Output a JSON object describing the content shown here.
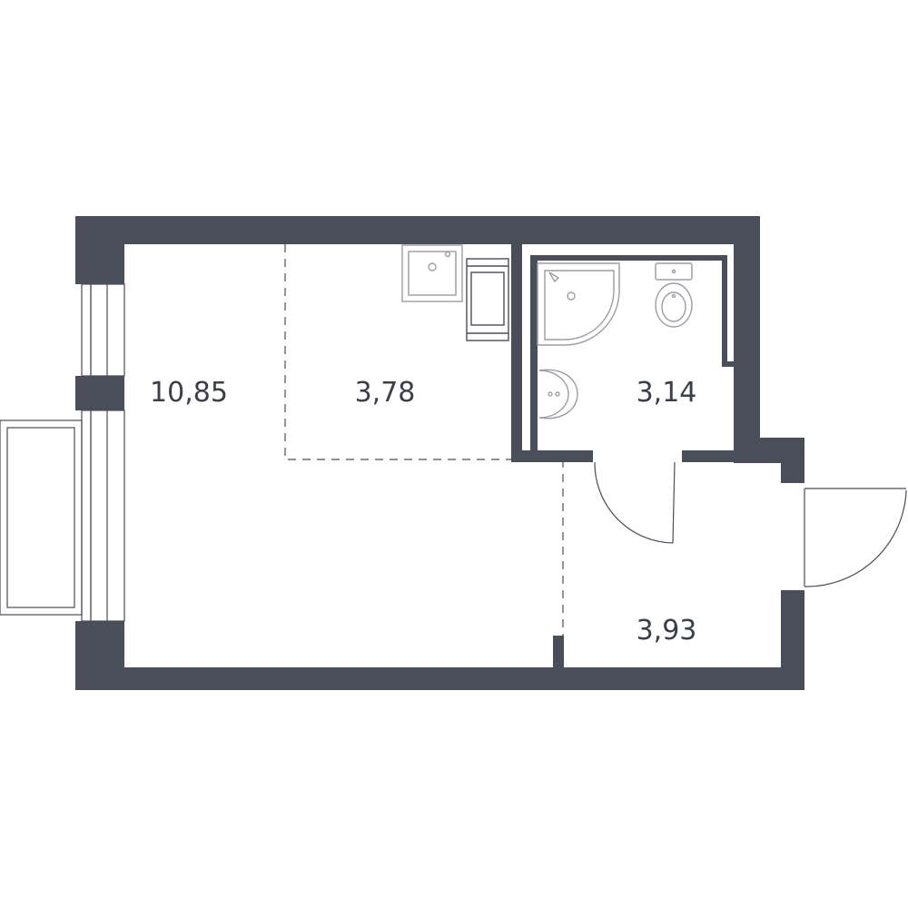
{
  "rooms": [
    {
      "name": "main-room",
      "area": "10,85"
    },
    {
      "name": "kitchen",
      "area": "3,78"
    },
    {
      "name": "bathroom",
      "area": "3,14"
    },
    {
      "name": "hallway",
      "area": "3,93"
    }
  ],
  "colors": {
    "wall": "#4a4e58",
    "fixture": "#9a9da3",
    "background": "#ffffff"
  }
}
